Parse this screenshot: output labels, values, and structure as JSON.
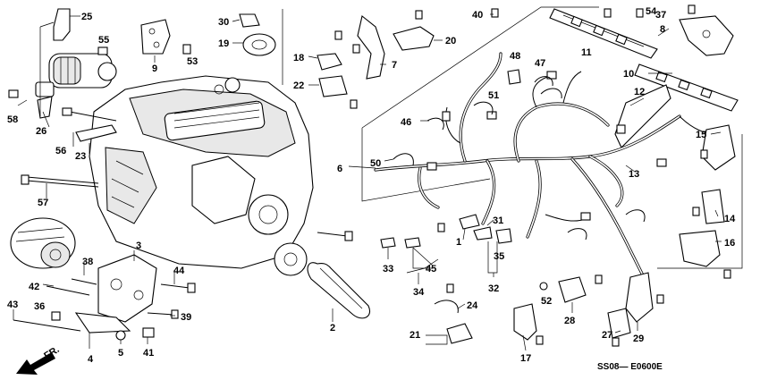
{
  "diagram": {
    "code": "SS08— E0600E",
    "front_marker": "FR.",
    "callouts": [
      "25",
      "55",
      "9",
      "30",
      "19",
      "53",
      "18",
      "22",
      "7",
      "20",
      "40",
      "48",
      "47",
      "11",
      "54",
      "37",
      "8",
      "10",
      "12",
      "58",
      "26",
      "56",
      "23",
      "57",
      "50",
      "46",
      "51",
      "6",
      "13",
      "15",
      "14",
      "16",
      "3",
      "38",
      "44",
      "42",
      "43",
      "36",
      "39",
      "4",
      "5",
      "41",
      "33",
      "45",
      "34",
      "1",
      "31",
      "35",
      "32",
      "52",
      "24",
      "21",
      "17",
      "28",
      "27",
      "29",
      "2"
    ]
  }
}
